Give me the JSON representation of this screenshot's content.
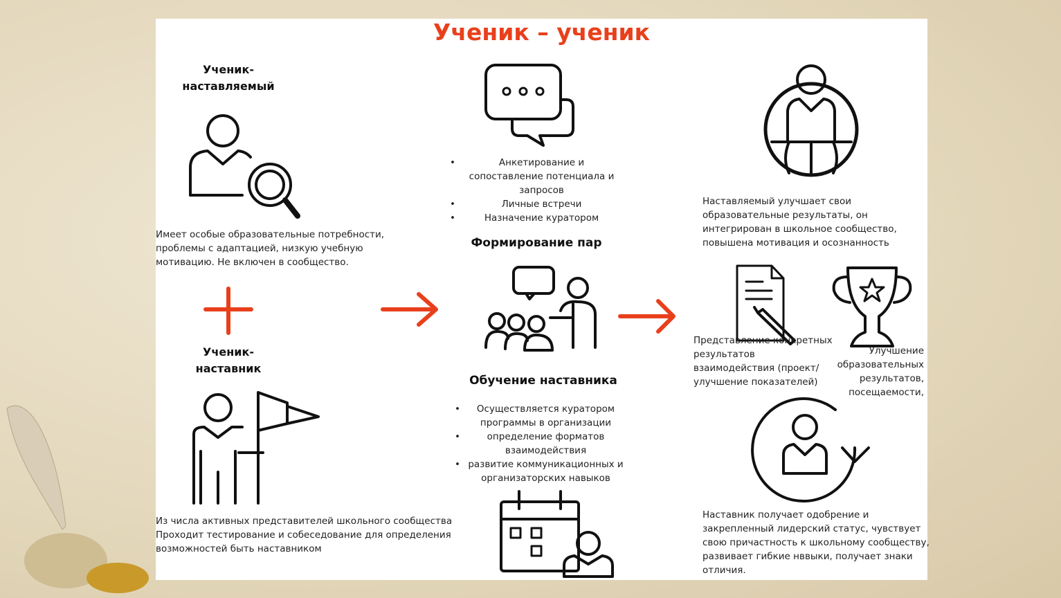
{
  "title": "Ученик – ученик",
  "mentee": {
    "heading": "Ученик-\nнаставляемый",
    "heading_l1": "Ученик-",
    "heading_l2": "наставляемый",
    "desc": "Имеет особые образовательные потребности, проблемы с адаптацией, низкую учебную мотивацию. Не включен в сообщество."
  },
  "mentor": {
    "heading_l1": "Ученик-",
    "heading_l2": "наставник",
    "desc": "Из числа активных представителей школьного сообщества Проходит тестирование  и собеседование для определения возможностей быть наставником"
  },
  "pairing": {
    "bullets": [
      "Анкетирование и сопоставление потенциала и запросов",
      "Личные встречи",
      "Назначение куратором"
    ],
    "heading": "Формирование пар"
  },
  "training": {
    "heading": "Обучение наставника",
    "bullets": [
      "Осуществляется куратором программы в организации",
      "определение форматов взаимодействия",
      "развитие коммуникационных и организаторских навыков"
    ]
  },
  "results": {
    "mentee_result": "Наставляемый улучшает свои образовательные результаты, он интегрирован в школьное сообщество, повышена мотивация и осознанность",
    "presentation": "Представление конкретных результатов взаимодействия (проект/ улучшение показателей)",
    "improvement": "Улучшение образовательных результатов, посещаемости,",
    "mentor_result": "Наставник получает одобрение и закрепленный лидерский статус, чувствует свою причастность к школьному сообществу, развивает гибкие нввыки, получает знаки отличия."
  },
  "colors": {
    "accent": "#e8401c"
  }
}
